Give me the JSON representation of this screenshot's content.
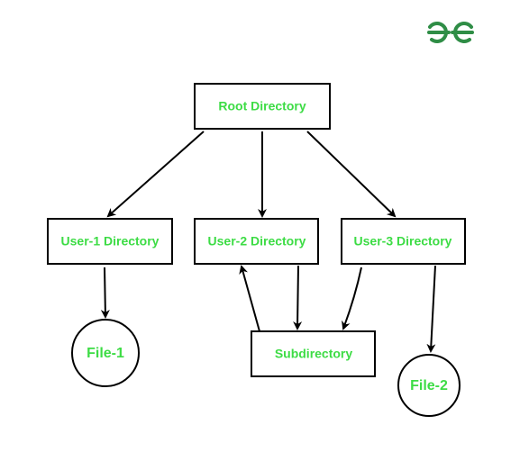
{
  "brand": {
    "logo_icon": "gfg-logo-icon",
    "color": "#2f8d46"
  },
  "diagram": {
    "label_color": "#3ddc45",
    "nodes": {
      "root": "Root Directory",
      "user1": "User-1 Directory",
      "user2": "User-2 Directory",
      "user3": "User-3 Directory",
      "subdirectory": "Subdirectory",
      "file1": "File-1",
      "file2": "File-2"
    }
  }
}
